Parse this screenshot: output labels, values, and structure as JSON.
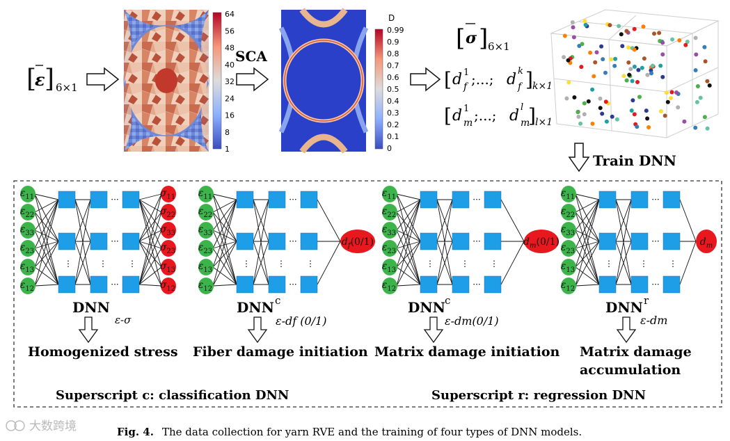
{
  "caption": {
    "fig_label": "Fig. 4.",
    "text": "The data collection for yarn RVE and the training of four types of DNN models."
  },
  "watermark": {
    "text": "大数跨境"
  },
  "top_row": {
    "input_vector": {
      "symbol": "ε",
      "subscript": "6×1"
    },
    "arrow_label": "SCA",
    "stress_colorbar": {
      "ticks": [
        "64",
        "56",
        "48",
        "40",
        "32",
        "24",
        "16",
        "8",
        "1"
      ]
    },
    "damage_colorbar": {
      "title": "D",
      "ticks": [
        "0.99",
        "0.9",
        "0.8",
        "0.7",
        "0.6",
        "0.5",
        "0.4",
        "0.3",
        "0.2",
        "0.1",
        "0"
      ]
    },
    "outputs": {
      "sigma": {
        "symbol": "σ",
        "subscript": "6×1"
      },
      "fiber_damage": {
        "open": "[",
        "d": "d",
        "sub": "f",
        "sup1": "1",
        "supk": "k",
        "middle": ";...;",
        "close": "]",
        "dim": "k×1"
      },
      "matrix_damage": {
        "open": "[",
        "d": "d",
        "sub": "m",
        "sup1": "1",
        "supk": "l",
        "middle": ";...;",
        "close": "]",
        "dim": "l×1"
      }
    },
    "train_label": "Train DNN"
  },
  "models": [
    {
      "name": "DNN",
      "superscript": "",
      "subscript": "ε-σ",
      "inputs": [
        "ε11",
        "ε22",
        "ε33",
        "ε23",
        "ε13",
        "ε12"
      ],
      "outputs": [
        "σ11",
        "σ22",
        "σ33",
        "σ23",
        "σ13",
        "σ12"
      ],
      "result": "Homogenized stress"
    },
    {
      "name": "DNN",
      "superscript": "c",
      "subscript": "ε-df (0/1)",
      "inputs": [
        "ε11",
        "ε22",
        "ε33",
        "ε23",
        "ε13",
        "ε12"
      ],
      "output_node": "df(0/1)",
      "result": "Fiber damage initiation"
    },
    {
      "name": "DNN",
      "superscript": "c",
      "subscript": "ε-dm(0/1)",
      "inputs": [
        "ε11",
        "ε22",
        "ε33",
        "ε23",
        "ε13",
        "ε12"
      ],
      "output_node": "dm(0/1)",
      "result": "Matrix damage initiation"
    },
    {
      "name": "DNN",
      "superscript": "r",
      "subscript": "ε-dm",
      "inputs": [
        "ε11",
        "ε22",
        "ε33",
        "ε23",
        "ε13",
        "ε12"
      ],
      "output_node": "dm",
      "result": "Matrix damage accumulation"
    }
  ],
  "footnotes": {
    "classification": "Superscript c: classification DNN",
    "regression": "Superscript r: regression DNN"
  },
  "colors": {
    "input_node": "#3cb44b",
    "hidden_node": "#1e9ee6",
    "output_node": "#e8181e",
    "dashed_border": "#333333"
  }
}
